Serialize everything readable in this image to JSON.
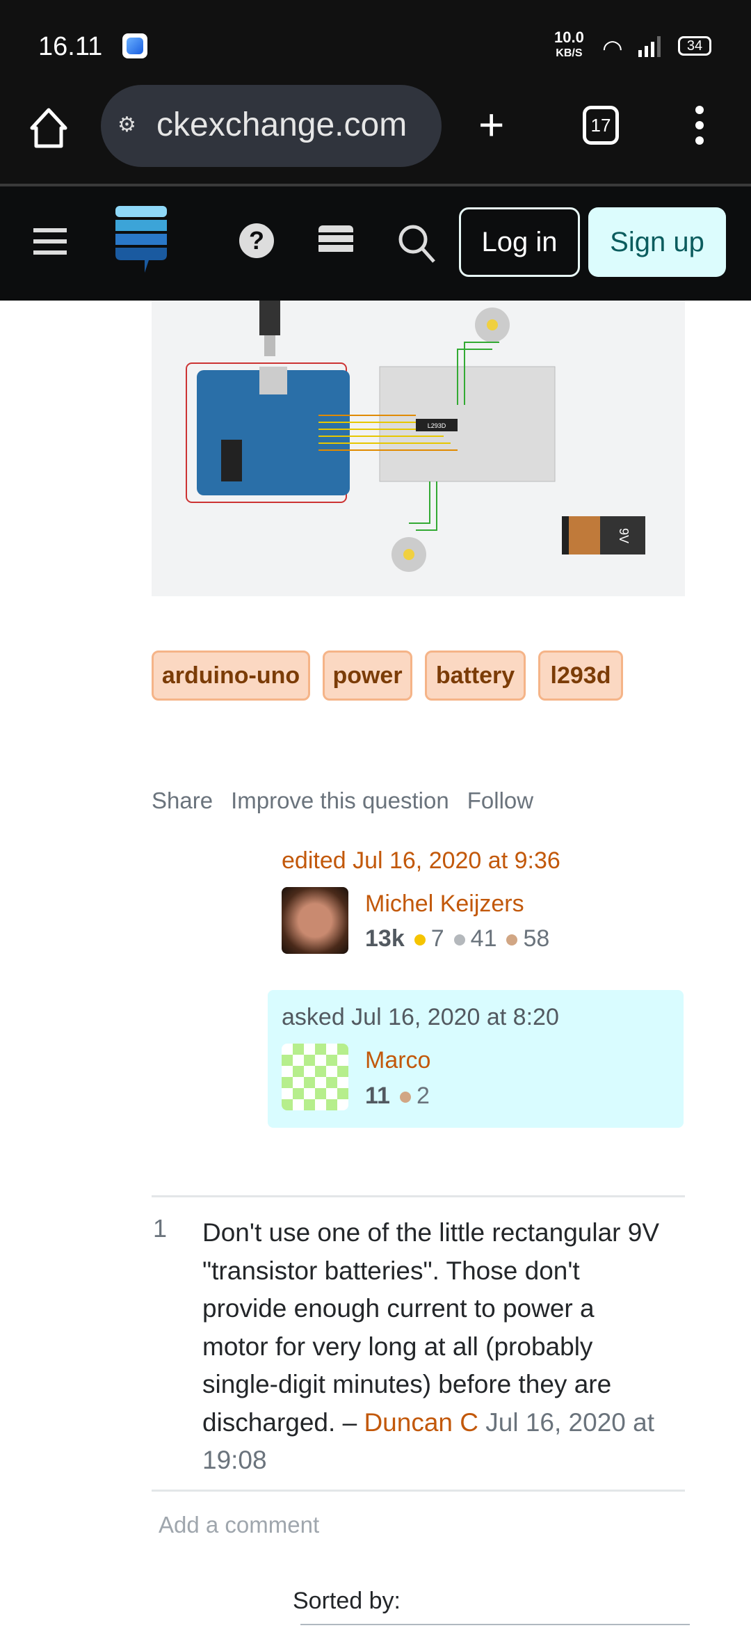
{
  "status_bar": {
    "time": "16.11",
    "net_speed": "10.0",
    "net_unit": "KB/S",
    "battery": "34"
  },
  "browser": {
    "url": "ckexchange.com",
    "tab_count": "17"
  },
  "header": {
    "login": "Log in",
    "signup": "Sign up"
  },
  "image": {
    "battery_label": "9V",
    "chip_label": "L293D"
  },
  "tags": [
    "arduino-uno",
    "power",
    "battery",
    "l293d"
  ],
  "post_menu": {
    "share": "Share",
    "improve": "Improve this question",
    "follow": "Follow"
  },
  "editor": {
    "action": "edited Jul 16, 2020 at 9:36",
    "name": "Michel Keijzers",
    "rep": "13k",
    "gold": "7",
    "silver": "41",
    "bronze": "58"
  },
  "asker": {
    "action": "asked Jul 16, 2020 at 8:20",
    "name": "Marco",
    "rep": "11",
    "bronze": "2"
  },
  "comment": {
    "score": "1",
    "text": "Don't use one of the little rectangular 9V \"transistor batteries\". Those don't provide enough current to power a motor for very long at all (probably single-digit minutes) before they are discharged. –",
    "author": "Duncan C",
    "date": "Jul 16, 2020 at 19:08"
  },
  "add_comment": "Add a comment",
  "sorted_by": "Sorted by:",
  "colors": {
    "link": "#c2580a",
    "tag_bg": "#fbd8c2",
    "asker_bg": "#d9fcff",
    "gold": "#f5c400",
    "silver": "#b4b8bc",
    "bronze": "#d1a684"
  }
}
